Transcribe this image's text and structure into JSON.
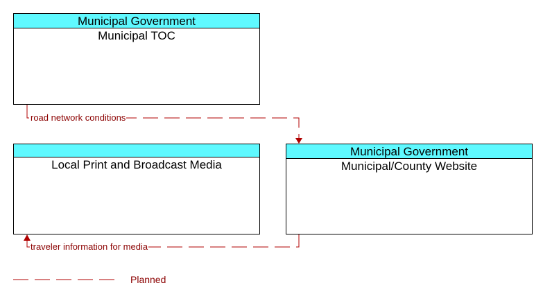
{
  "nodes": {
    "toc": {
      "group": "Municipal Government",
      "title": "Municipal TOC"
    },
    "media": {
      "group": "",
      "title": "Local Print and Broadcast Media"
    },
    "web": {
      "group": "Municipal Government",
      "title": "Municipal/County Website"
    }
  },
  "flows": [
    {
      "from": "Municipal TOC",
      "to": "Municipal/County Website",
      "label": "road network conditions",
      "status": "Planned"
    },
    {
      "from": "Municipal/County Website",
      "to": "Local Print and Broadcast Media",
      "label": "traveler information for media",
      "status": "Planned"
    }
  ],
  "legend": {
    "planned_label": "Planned"
  },
  "colors": {
    "header_fill": "#5ff9ff",
    "flow_line": "#b00000",
    "flow_text": "#8b0000"
  }
}
